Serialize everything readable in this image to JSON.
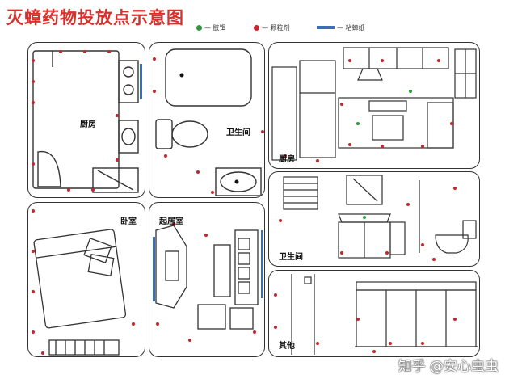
{
  "title": "灭蟑药物投放点示意图",
  "legend": [
    {
      "color": "#2e9a3c",
      "shape": "dot",
      "label": "— 胶饵"
    },
    {
      "color": "#c8242c",
      "shape": "dot",
      "label": "— 颗粒剂"
    },
    {
      "color": "#3a6fb5",
      "shape": "bar",
      "label": "— 粘蟑纸"
    }
  ],
  "rooms": {
    "kitchen_plan": "厨房",
    "bathroom_plan": "卫生间",
    "kitchen_view": "厨房",
    "bedroom": "卧室",
    "living_room": "起居室",
    "bathroom_view": "卫生间",
    "other": "其他"
  },
  "watermark": "知乎 @安心虫虫",
  "colors": {
    "line": "#333333",
    "title": "#d9302c",
    "red_dot": "#c8242c",
    "green_dot": "#2e9a3c",
    "blue_strip": "#3a6fb5"
  }
}
